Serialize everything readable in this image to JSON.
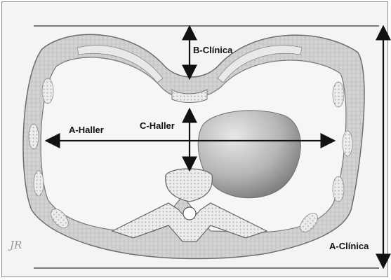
{
  "labels": {
    "a_haller": "A-Haller",
    "b_clinica": "B-Clínica",
    "c_haller": "C-Haller",
    "a_clinica": "A-Clínica"
  },
  "signature": "JR",
  "colors": {
    "background": "#f4f4f4",
    "tissue": "#cfcfcf",
    "tissue_dark": "#9c9c9c",
    "bone": "#e6e6e6",
    "heart": "#b9b9b9",
    "arrow": "#111111",
    "frame_line": "#333333"
  }
}
